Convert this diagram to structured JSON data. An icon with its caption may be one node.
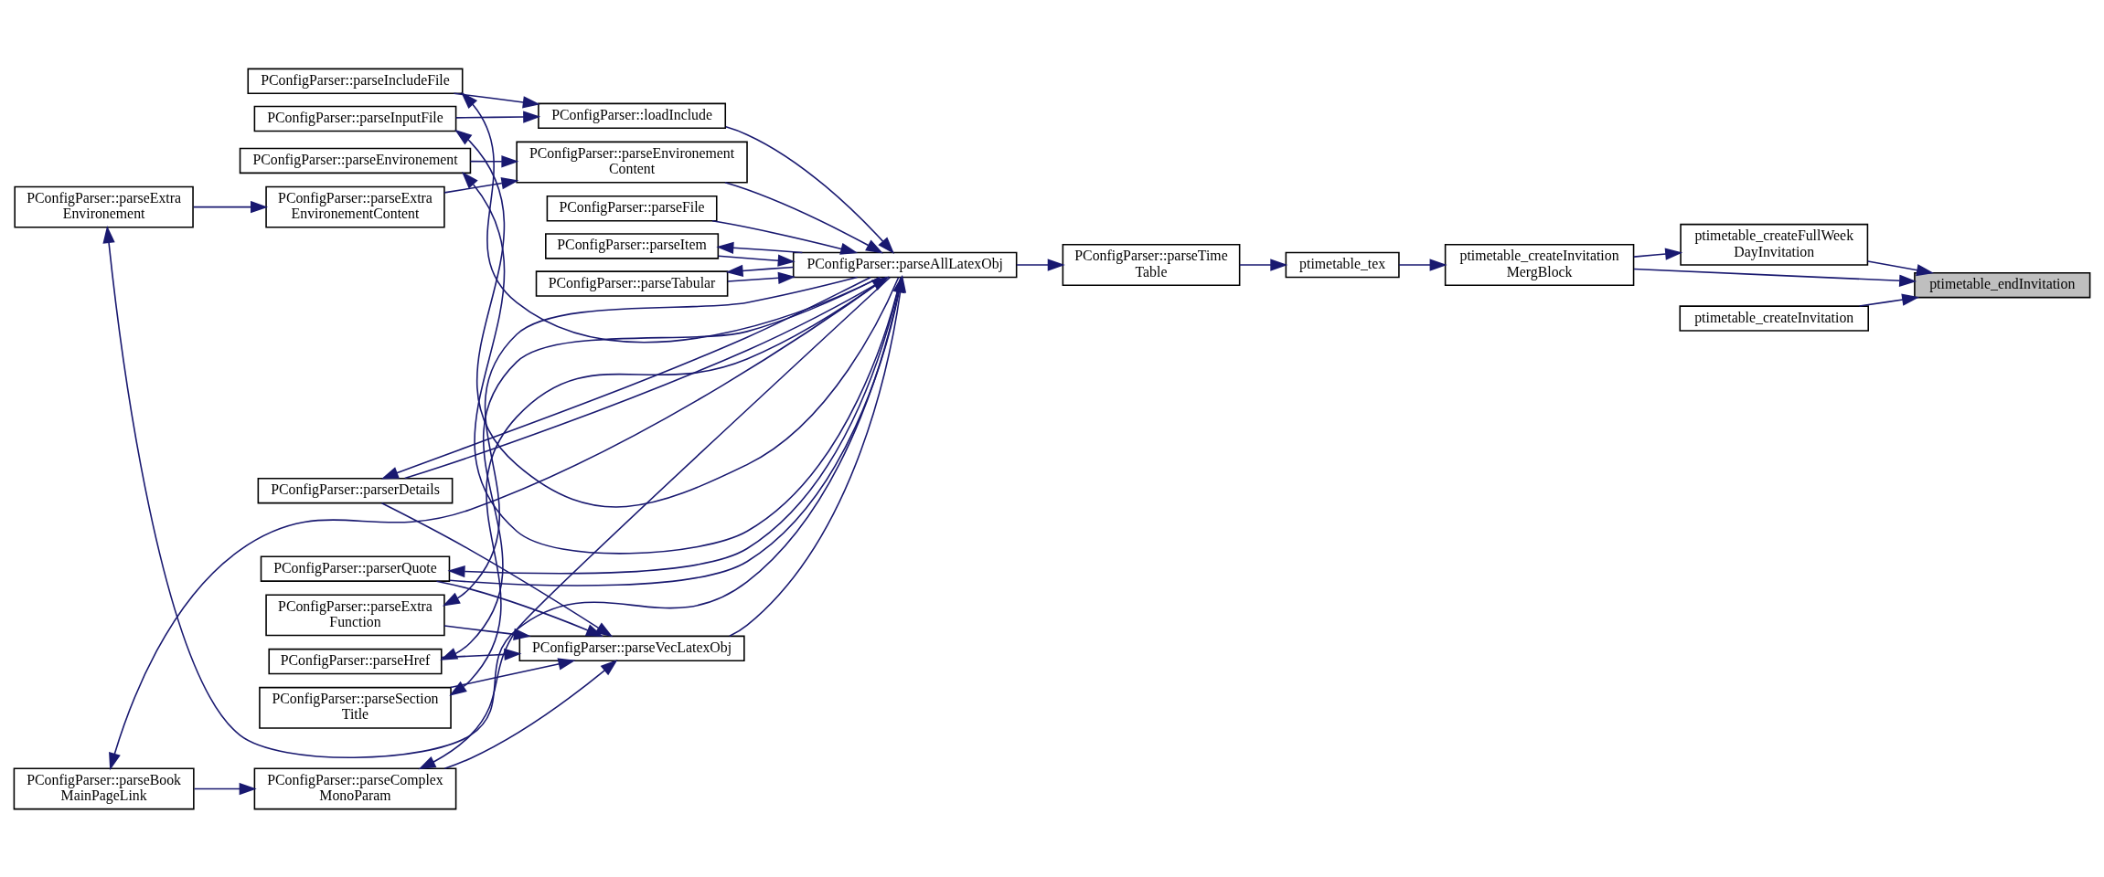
{
  "diagram": {
    "nodes": [
      {
        "text": [
          "PConfigParser::parseIncludeFile"
        ]
      },
      {
        "text": [
          "PConfigParser::loadInclude"
        ]
      },
      {
        "text": [
          "PConfigParser::parseFile"
        ]
      },
      {
        "text": [
          "PConfigParser::parseItem"
        ]
      },
      {
        "text": [
          "PConfigParser::parseInputFile"
        ]
      },
      {
        "text": [
          "PConfigParser::parseExtra EnvironementContent"
        ]
      },
      {
        "text": [
          "PConfigParser::parseEnvironement Content"
        ]
      },
      {
        "text": [
          "PConfigParser::parseTabular"
        ]
      },
      {
        "text": [
          "PConfigParser::parseExtra Environement"
        ]
      },
      {
        "text": [
          "PConfigParser::parseEnvironement"
        ]
      },
      {
        "text": [
          "PConfigParser::parseAllLatexObj"
        ]
      },
      {
        "text": [
          "PConfigParser::parseTime Table"
        ]
      },
      {
        "text": [
          "ptimetable_tex"
        ]
      },
      {
        "text": [
          "ptimetable_createInvitation MergBlock"
        ]
      },
      {
        "text": [
          "ptimetable_createFullWeek DayInvitation"
        ]
      },
      {
        "text": [
          "ptimetable_endInvitation"
        ]
      },
      {
        "text": [
          "ptimetable_createInvitation"
        ]
      },
      {
        "text": [
          "PConfigParser::parserDetails"
        ]
      },
      {
        "text": [
          "PConfigParser::parserQuote"
        ]
      },
      {
        "text": [
          "PConfigParser::parseExtra Function"
        ]
      },
      {
        "text": [
          "PConfigParser::parseVecLatexObj"
        ]
      },
      {
        "text": [
          "PConfigParser::parseHref"
        ]
      },
      {
        "text": [
          "PConfigParser::parseSection Title"
        ]
      },
      {
        "text": [
          "PConfigParser::parseComplex MonoParam"
        ]
      },
      {
        "text": [
          "PConfigParser::parseBook MainPageLink"
        ]
      }
    ],
    "edges": [
      {
        "from": 0,
        "to": 1,
        "arrow": "to"
      },
      {
        "from": 1,
        "to": 10,
        "arrow": "to"
      },
      {
        "from": 2,
        "to": 10,
        "arrow": "to"
      },
      {
        "from": 3,
        "to": 10,
        "arrow": "to"
      },
      {
        "from": 4,
        "to": 1,
        "arrow": "to"
      },
      {
        "from": 5,
        "to": 6,
        "arrow": "to"
      },
      {
        "from": 6,
        "to": 10,
        "arrow": "to"
      },
      {
        "from": 7,
        "to": 10,
        "arrow": "to"
      },
      {
        "from": 8,
        "to": 5,
        "arrow": "to"
      },
      {
        "from": 9,
        "to": 6,
        "arrow": "to"
      },
      {
        "from": 10,
        "to": 11,
        "arrow": "to"
      },
      {
        "from": 10,
        "to": 0,
        "arrow": "to"
      },
      {
        "from": 10,
        "to": 3,
        "arrow": "to"
      },
      {
        "from": 10,
        "to": 4,
        "arrow": "to"
      },
      {
        "from": 10,
        "to": 7,
        "arrow": "to"
      },
      {
        "from": 10,
        "to": 9,
        "arrow": "to"
      },
      {
        "from": 10,
        "to": 8,
        "arrow": "to"
      },
      {
        "from": 10,
        "to": 17,
        "arrow": "to"
      },
      {
        "from": 10,
        "to": 18,
        "arrow": "to"
      },
      {
        "from": 10,
        "to": 19,
        "arrow": "to"
      },
      {
        "from": 10,
        "to": 21,
        "arrow": "to"
      },
      {
        "from": 10,
        "to": 22,
        "arrow": "to"
      },
      {
        "from": 10,
        "to": 23,
        "arrow": "to"
      },
      {
        "from": 10,
        "to": 24,
        "arrow": "to"
      },
      {
        "from": 11,
        "to": 12,
        "arrow": "to"
      },
      {
        "from": 12,
        "to": 13,
        "arrow": "to"
      },
      {
        "from": 13,
        "to": 15,
        "arrow": "to"
      },
      {
        "from": 13,
        "to": 14,
        "arrow": "to"
      },
      {
        "from": 14,
        "to": 15,
        "arrow": "to"
      },
      {
        "from": 16,
        "to": 15,
        "arrow": "to"
      },
      {
        "from": 17,
        "to": 10,
        "arrow": "to"
      },
      {
        "from": 17,
        "to": 20,
        "arrow": "to"
      },
      {
        "from": 18,
        "to": 10,
        "arrow": "to"
      },
      {
        "from": 18,
        "to": 20,
        "arrow": "to"
      },
      {
        "from": 19,
        "to": 20,
        "arrow": "to"
      },
      {
        "from": 20,
        "to": 10,
        "arrow": "to"
      },
      {
        "from": 21,
        "to": 20,
        "arrow": "to"
      },
      {
        "from": 22,
        "to": 20,
        "arrow": "to"
      },
      {
        "from": 23,
        "to": 20,
        "arrow": "to"
      },
      {
        "from": 24,
        "to": 23,
        "arrow": "to"
      }
    ]
  }
}
